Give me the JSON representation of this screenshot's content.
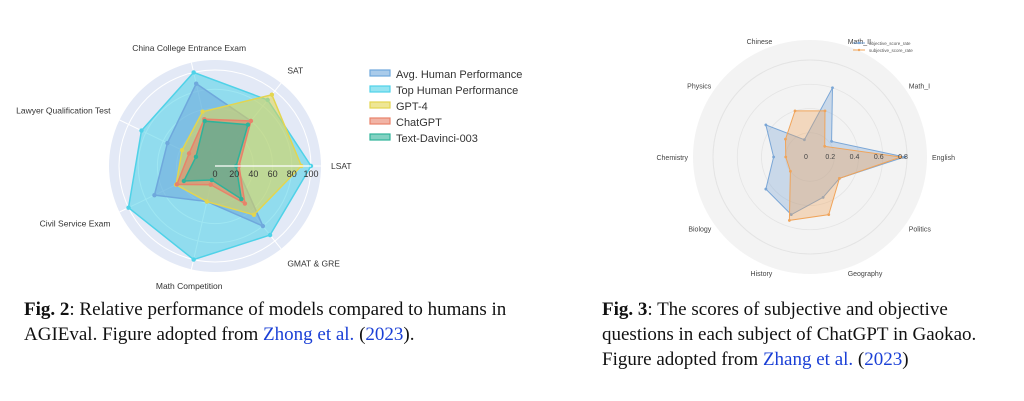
{
  "chart_data": [
    {
      "type": "radar",
      "axes": [
        "LSAT",
        "SAT",
        "China College Entrance Exam",
        "Lawyer Qualification Test",
        "Civil Service Exam",
        "Math Competition",
        "GMAT & GRE"
      ],
      "radial_ticks": [
        "0",
        "20",
        "40",
        "60",
        "80",
        "100"
      ],
      "rmax": 100,
      "legend_position": "right",
      "series": [
        {
          "name": "Avg. Human Performance",
          "color": "#6fa8dc",
          "values": [
            22,
            60,
            88,
            55,
            70,
            38,
            80
          ]
        },
        {
          "name": "Top Human Performance",
          "color": "#4fd2e8",
          "values": [
            100,
            88,
            100,
            85,
            100,
            100,
            92
          ]
        },
        {
          "name": "GPT-4",
          "color": "#e3d54f",
          "values": [
            90,
            95,
            58,
            38,
            45,
            38,
            65
          ]
        },
        {
          "name": "ChatGPT",
          "color": "#e8826a",
          "values": [
            25,
            60,
            50,
            30,
            44,
            20,
            50
          ]
        },
        {
          "name": "Text-Davinci-003",
          "color": "#2fb39a",
          "values": [
            22,
            55,
            48,
            22,
            36,
            15,
            44
          ]
        }
      ]
    },
    {
      "type": "radar",
      "axes": [
        "English",
        "Math_I",
        "Math_II",
        "Chinese",
        "Physics",
        "Chemistry",
        "Biology",
        "History",
        "Geography",
        "Politics"
      ],
      "radial_ticks": [
        "0",
        "0.2",
        "0.4",
        "0.6",
        "0.8"
      ],
      "rmax": 0.8,
      "legend_position": "top-right",
      "series": [
        {
          "name": "objective_score_rate",
          "color": "#7aa6d6",
          "values": [
            0.78,
            0.22,
            0.6,
            0.15,
            0.45,
            0.3,
            0.45,
            0.5,
            0.35,
            0.3
          ]
        },
        {
          "name": "subjective_score_rate",
          "color": "#f0a45a",
          "values": [
            0.75,
            0.15,
            0.4,
            0.4,
            0.25,
            0.2,
            0.2,
            0.55,
            0.5,
            0.3
          ]
        }
      ]
    }
  ],
  "captions": {
    "fig2": {
      "label": "Fig. 2",
      "text": ": Relative performance of models compared to humans in AGIEval. Figure adopted from ",
      "cite_author": "Zhong et al.",
      "cite_pre": " (",
      "cite_year": "2023",
      "cite_post": ")."
    },
    "fig3": {
      "label": "Fig. 3",
      "text": ":  The scores of subjective and objective questions in each subject of ChatGPT in Gaokao. Figure adopted from ",
      "cite_author": "Zhang et al.",
      "cite_pre": " (",
      "cite_year": "2023",
      "cite_post": ")"
    }
  }
}
